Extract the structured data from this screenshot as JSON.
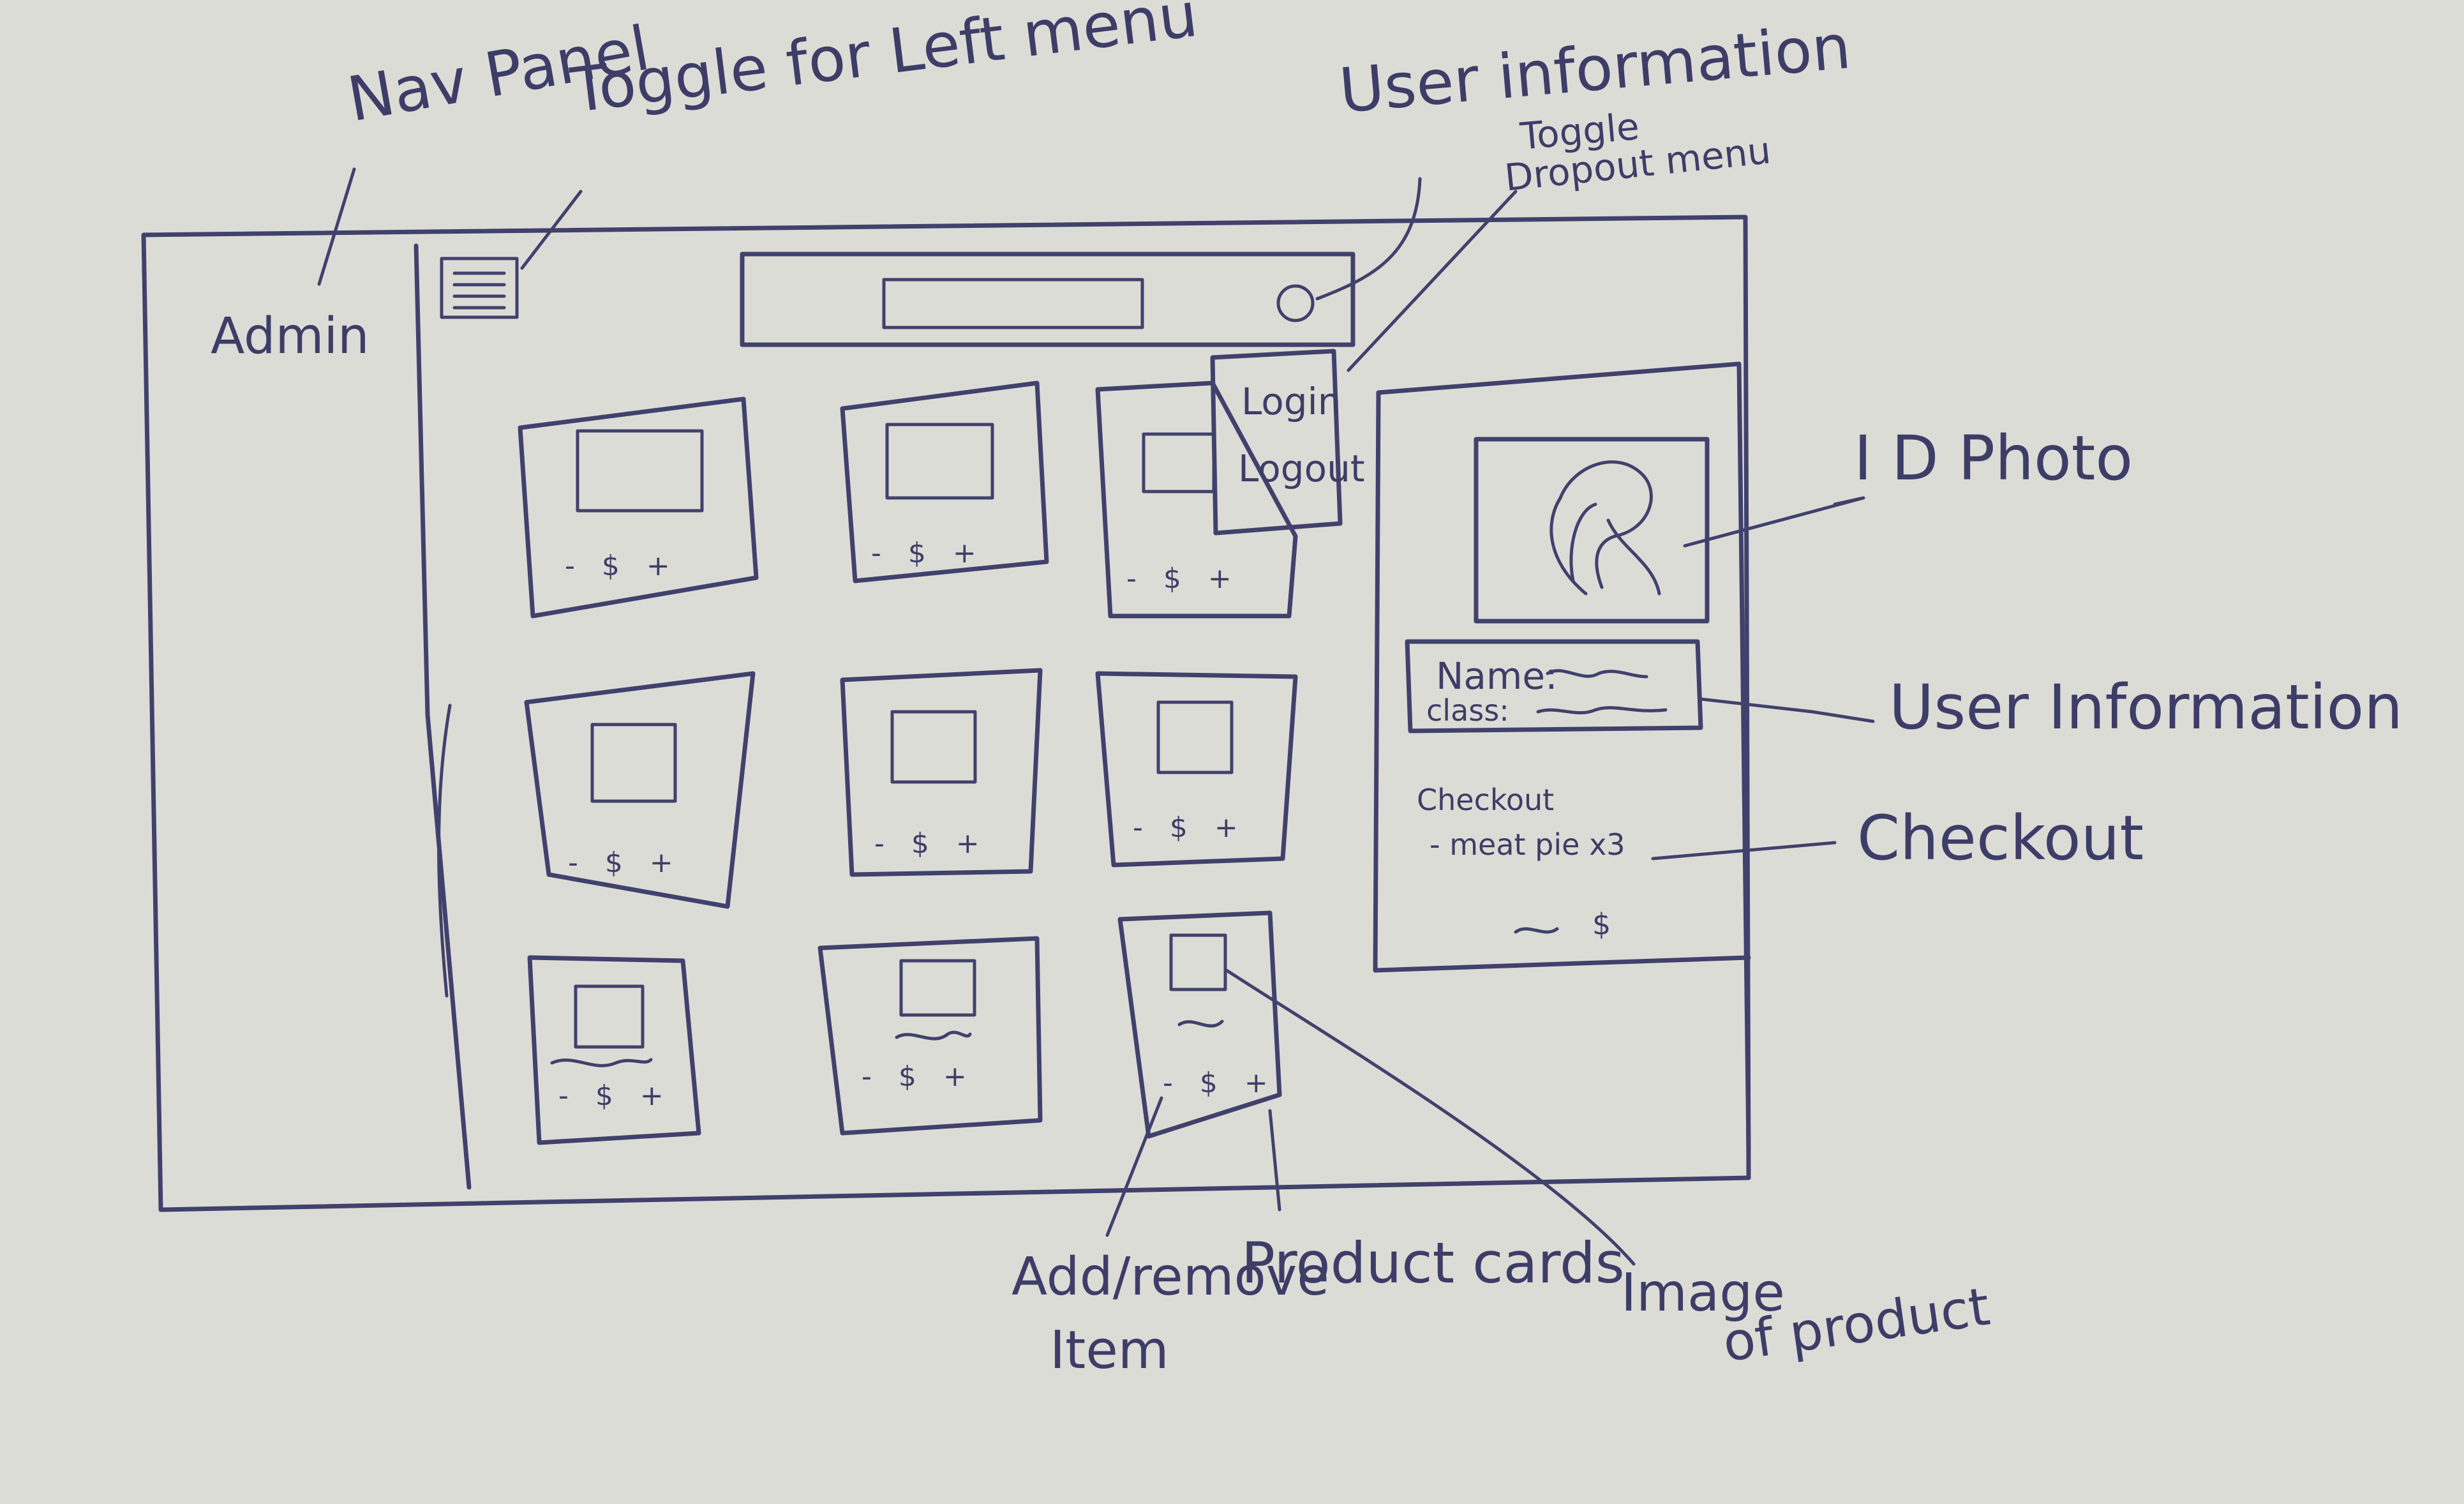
{
  "annotations": {
    "nav_panel": "Nav Panel",
    "toggle_left_menu": "Toggle for Left menu",
    "user_info_toggle_line1": "User information",
    "user_info_toggle_line2": "Toggle",
    "user_info_toggle_line3": "Dropout menu",
    "id_photo": "I D Photo",
    "user_information": "User Information",
    "checkout": "Checkout",
    "add_remove_item_line1": "Add/remove",
    "add_remove_item_line2": "Item",
    "product_cards": "Product cards",
    "image_of_product_line1": "Image",
    "image_of_product_line2": "of product"
  },
  "nav": {
    "title": "Admin"
  },
  "dropdown": {
    "login": "Login",
    "logout": "Logout"
  },
  "product_cards": [
    {
      "controls": "- $ +"
    },
    {
      "controls": "- $ +"
    },
    {
      "controls": "- $ +"
    },
    {
      "controls": "- $ +"
    },
    {
      "controls": "- $ +"
    },
    {
      "controls": "- $ +"
    },
    {
      "controls": "- $ +"
    },
    {
      "controls": "- $ +"
    },
    {
      "controls": "- $ +"
    }
  ],
  "user_panel": {
    "name_label": "Name:",
    "class_label": "class:",
    "checkout_label": "Checkout",
    "checkout_item": "- meat pie x3",
    "total_symbol": "$"
  },
  "colors": {
    "paper": "#dcdcd6",
    "ink": "#41416d"
  }
}
